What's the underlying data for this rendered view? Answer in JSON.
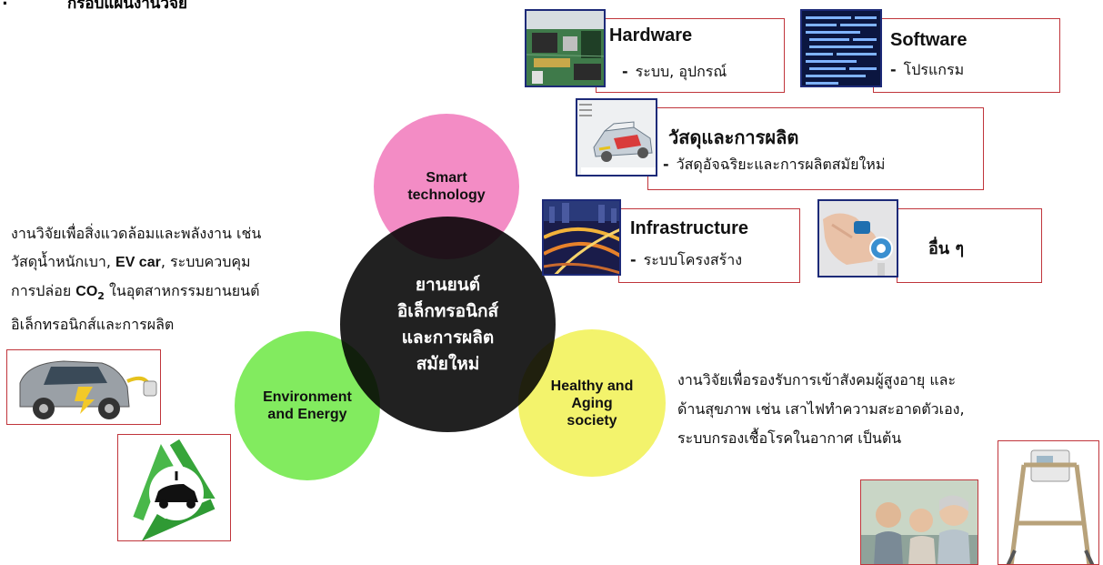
{
  "header": {
    "number": ":",
    "title": "กรอบแผนงานวิจัย"
  },
  "center_circle": {
    "lines": [
      "ยานยนต์",
      "อิเล็กทรอนิกส์",
      "และการผลิต",
      "สมัยใหม่"
    ]
  },
  "smart_circle": {
    "lines": [
      "Smart",
      "technology"
    ]
  },
  "environment_circle": {
    "lines": [
      "Environment",
      "and Energy"
    ]
  },
  "health_circle": {
    "lines": [
      "Healthy and",
      "Aging",
      "society"
    ]
  },
  "boxes": {
    "hardware": {
      "title": "Hardware",
      "dash": "-",
      "sub": "ระบบ, อุปกรณ์",
      "image": "circuit-board-image"
    },
    "software": {
      "title": "Software",
      "dash": "-",
      "sub": "โปรแกรม",
      "image": "source-code-image"
    },
    "materials": {
      "title": "วัสดุและการผลิต",
      "dash": "-",
      "sub": "วัสดุอัจฉริยะและการผลิตสมัยใหม่",
      "image": "car-body-frame-image"
    },
    "infrastructure": {
      "title": "Infrastructure",
      "dash": "-",
      "sub": "ระบบโครงสร้าง",
      "image": "highway-interchange-image"
    },
    "others": {
      "title": "อื่น ๆ",
      "image": "wearable-device-hand-image"
    }
  },
  "left_text": {
    "lines": [
      "งานวิจัยเพื่อสิ่งแวดล้อมและพลังงาน เช่น",
      "วัสดุน้ำหนักเบา, EV car, ระบบควบคุม",
      "การปล่อย CO2 ในอุตสาหกรรมยานยนต์",
      "อิเล็กทรอนิกส์และการผลิต"
    ],
    "line2_prefix": "วัสดุน้ำหนักเบา, ",
    "line2_bold": "EV car",
    "line2_suffix": ", ระบบควบคุม",
    "line3_prefix": "การปล่อย ",
    "line3_bold": "CO",
    "line3_sub": "2",
    "line3_suffix": " ในอุตสาหกรรมยานยนต์"
  },
  "right_text": {
    "lines": [
      "งานวิจัยเพื่อรองรับการเข้าสังคมผู้สูงอายุ   และ",
      "ด้านสุขภาพ  เช่น  เสาไฟทำความสะอาดตัวเอง,",
      "ระบบกรองเชื้อโรคในอากาศ เป็นต้น"
    ]
  },
  "images": {
    "ev_car": "electric-car-charging-image",
    "recycle_car": "green-recycle-car-image",
    "elderly": "elderly-people-image",
    "walker": "walker-device-image"
  },
  "colors": {
    "smart": "#f286c2",
    "environment": "#7bea56",
    "health": "#f2f264",
    "center": "#000000",
    "box_border": "#c0353b",
    "image_border": "#1d2a78"
  }
}
